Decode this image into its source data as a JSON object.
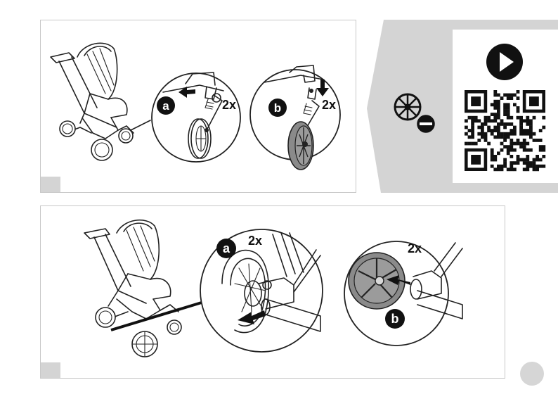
{
  "top_step": {
    "label_a": "a",
    "label_b": "b",
    "count_a": "2x",
    "count_b": "2x"
  },
  "side_panel": {
    "remove_wheel_icon": "wheel-minus-icon",
    "video_icon": "play-icon",
    "qr_icon": "qr-code-icon"
  },
  "bottom_step": {
    "label_a": "a",
    "label_b": "b",
    "count_a": "2x",
    "count_b": "2x"
  },
  "colors": {
    "badge": "#111111",
    "wheel_grey": "#8a8a8a",
    "panel_grey": "#d4d4d4",
    "tab_grey": "#d4d4d4"
  }
}
